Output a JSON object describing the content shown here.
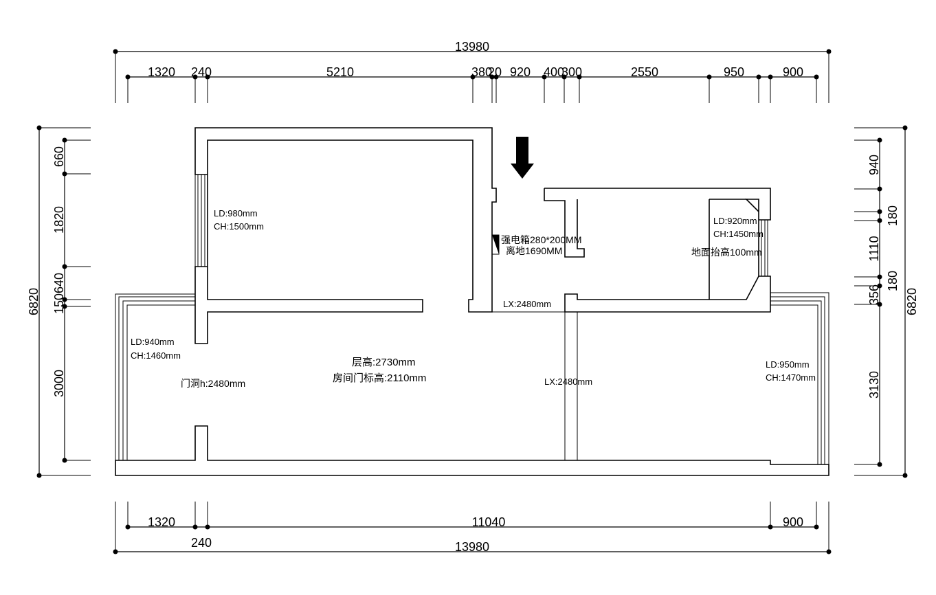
{
  "dimensions": {
    "top_total": "13980",
    "top_segments": [
      "1320",
      "240",
      "5210",
      "380",
      "20",
      "920",
      "400",
      "300",
      "2550",
      "950",
      "900"
    ],
    "bottom_total": "13980",
    "bottom_segments": [
      "1320",
      "240",
      "11040",
      "900"
    ],
    "left_total": "6820",
    "left_segments": [
      "660",
      "1820",
      "640",
      "150",
      "3000"
    ],
    "right_total": "6820",
    "right_segments": [
      "940",
      "180",
      "1110",
      "180",
      "356",
      "3130"
    ]
  },
  "annotations": {
    "room_top_left_window": [
      "LD:980mm",
      "CH:1500mm"
    ],
    "left_window": [
      "LD:940mm",
      "CH:1460mm"
    ],
    "right_room_window": [
      "LD:920mm",
      "CH:1450mm"
    ],
    "right_window": [
      "LD:950mm",
      "CH:1470mm"
    ],
    "floor_raise": "地面抬高100mm",
    "electric_box": [
      "强电箱280*200MM",
      "离地1690MM"
    ],
    "lx_upper": "LX:2480mm",
    "lx_lower": "LX:2480mm",
    "door_opening": "门洞h:2480mm",
    "floor_height": "层高:2730mm",
    "door_height": "房间门标高:2110mm"
  }
}
